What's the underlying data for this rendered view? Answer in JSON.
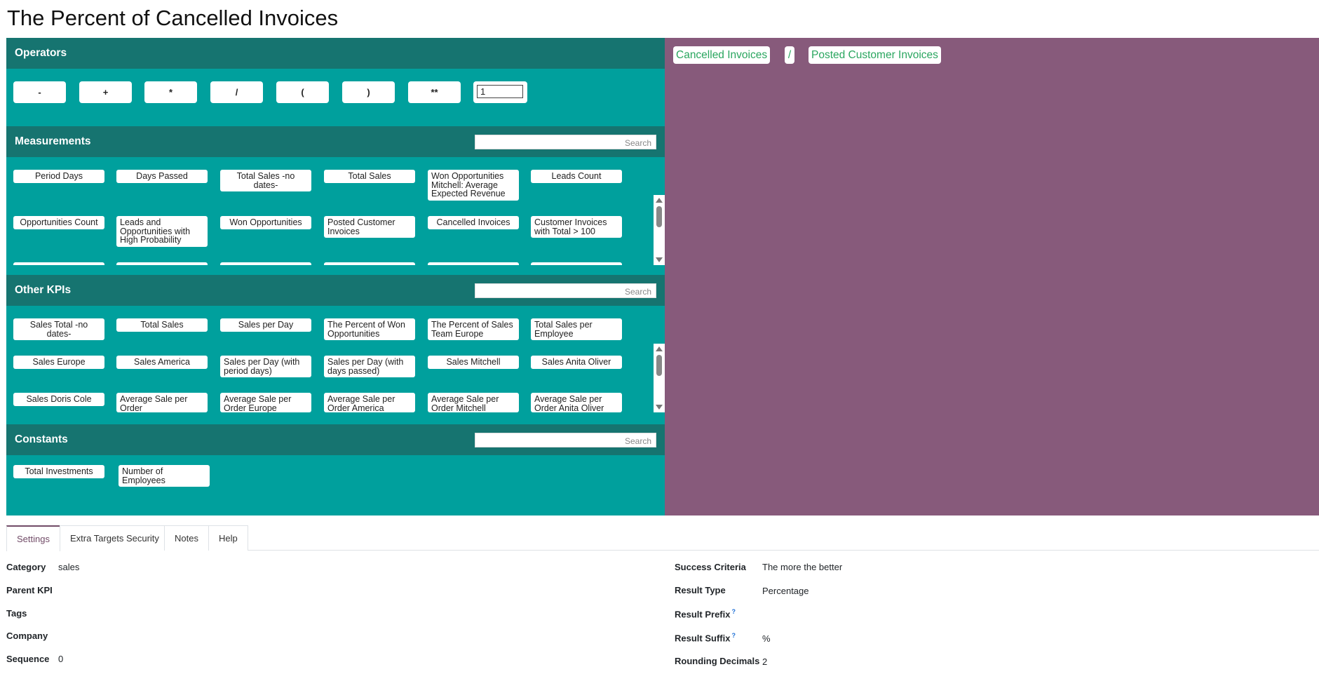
{
  "page": {
    "title": "The Percent of Cancelled Invoices"
  },
  "operators": {
    "title": "Operators",
    "buttons": [
      "-",
      "+",
      "*",
      "/",
      "(",
      ")",
      "**"
    ],
    "input_value": "1"
  },
  "measurements": {
    "title": "Measurements",
    "search_placeholder": "Search",
    "items": [
      "Period Days",
      "Days Passed",
      "Total Sales -no dates-",
      "Total Sales",
      "Won Opportunities Mitchell: Average Expected Revenue",
      "Leads Count",
      "Opportunities Count",
      "Leads and Opportunities with High Probability",
      "Won Opportunities",
      "Posted Customer Invoices",
      "Cancelled Invoices",
      "Customer Invoices with Total > 100"
    ]
  },
  "other_kpis": {
    "title": "Other KPIs",
    "search_placeholder": "Search",
    "items": [
      "Sales Total -no dates-",
      "Total Sales",
      "Sales per Day",
      "The Percent of Won Opportunities",
      "The Percent of Sales Team Europe",
      "Total Sales per Employee",
      "Sales Europe",
      "Sales America",
      "Sales per Day (with period days)",
      "Sales per Day (with days passed)",
      "Sales Mitchell",
      "Sales Anita Oliver",
      "Sales Doris Cole",
      "Average Sale per Order",
      "Average Sale per Order Europe",
      "Average Sale per Order America",
      "Average Sale per Order Mitchell",
      "Average Sale per Order Anita Oliver"
    ]
  },
  "constants": {
    "title": "Constants",
    "search_placeholder": "Search",
    "items": [
      "Total Investments",
      "Number of Employees"
    ]
  },
  "formula": {
    "tokens": [
      "Cancelled Invoices",
      "/",
      "Posted Customer Invoices"
    ]
  },
  "tabs": [
    "Settings",
    "Extra Targets Security",
    "Notes",
    "Help"
  ],
  "form": {
    "category_label": "Category",
    "category_value": "sales",
    "parent_kpi_label": "Parent KPI",
    "tags_label": "Tags",
    "company_label": "Company",
    "sequence_label": "Sequence",
    "sequence_value": "0",
    "success_criteria_label": "Success Criteria",
    "success_criteria_value": "The more the better",
    "result_type_label": "Result Type",
    "result_type_value": "Percentage",
    "result_prefix_label": "Result Prefix",
    "result_suffix_label": "Result Suffix",
    "result_suffix_value": "%",
    "rounding_label": "Rounding Decimals",
    "rounding_value": "2",
    "help_mark": "?"
  },
  "colors": {
    "teal": "#00A09D",
    "teal_dark": "#167470",
    "purple": "#875A7B",
    "token_green": "#2aa65f",
    "tab_active": "#714B67"
  }
}
